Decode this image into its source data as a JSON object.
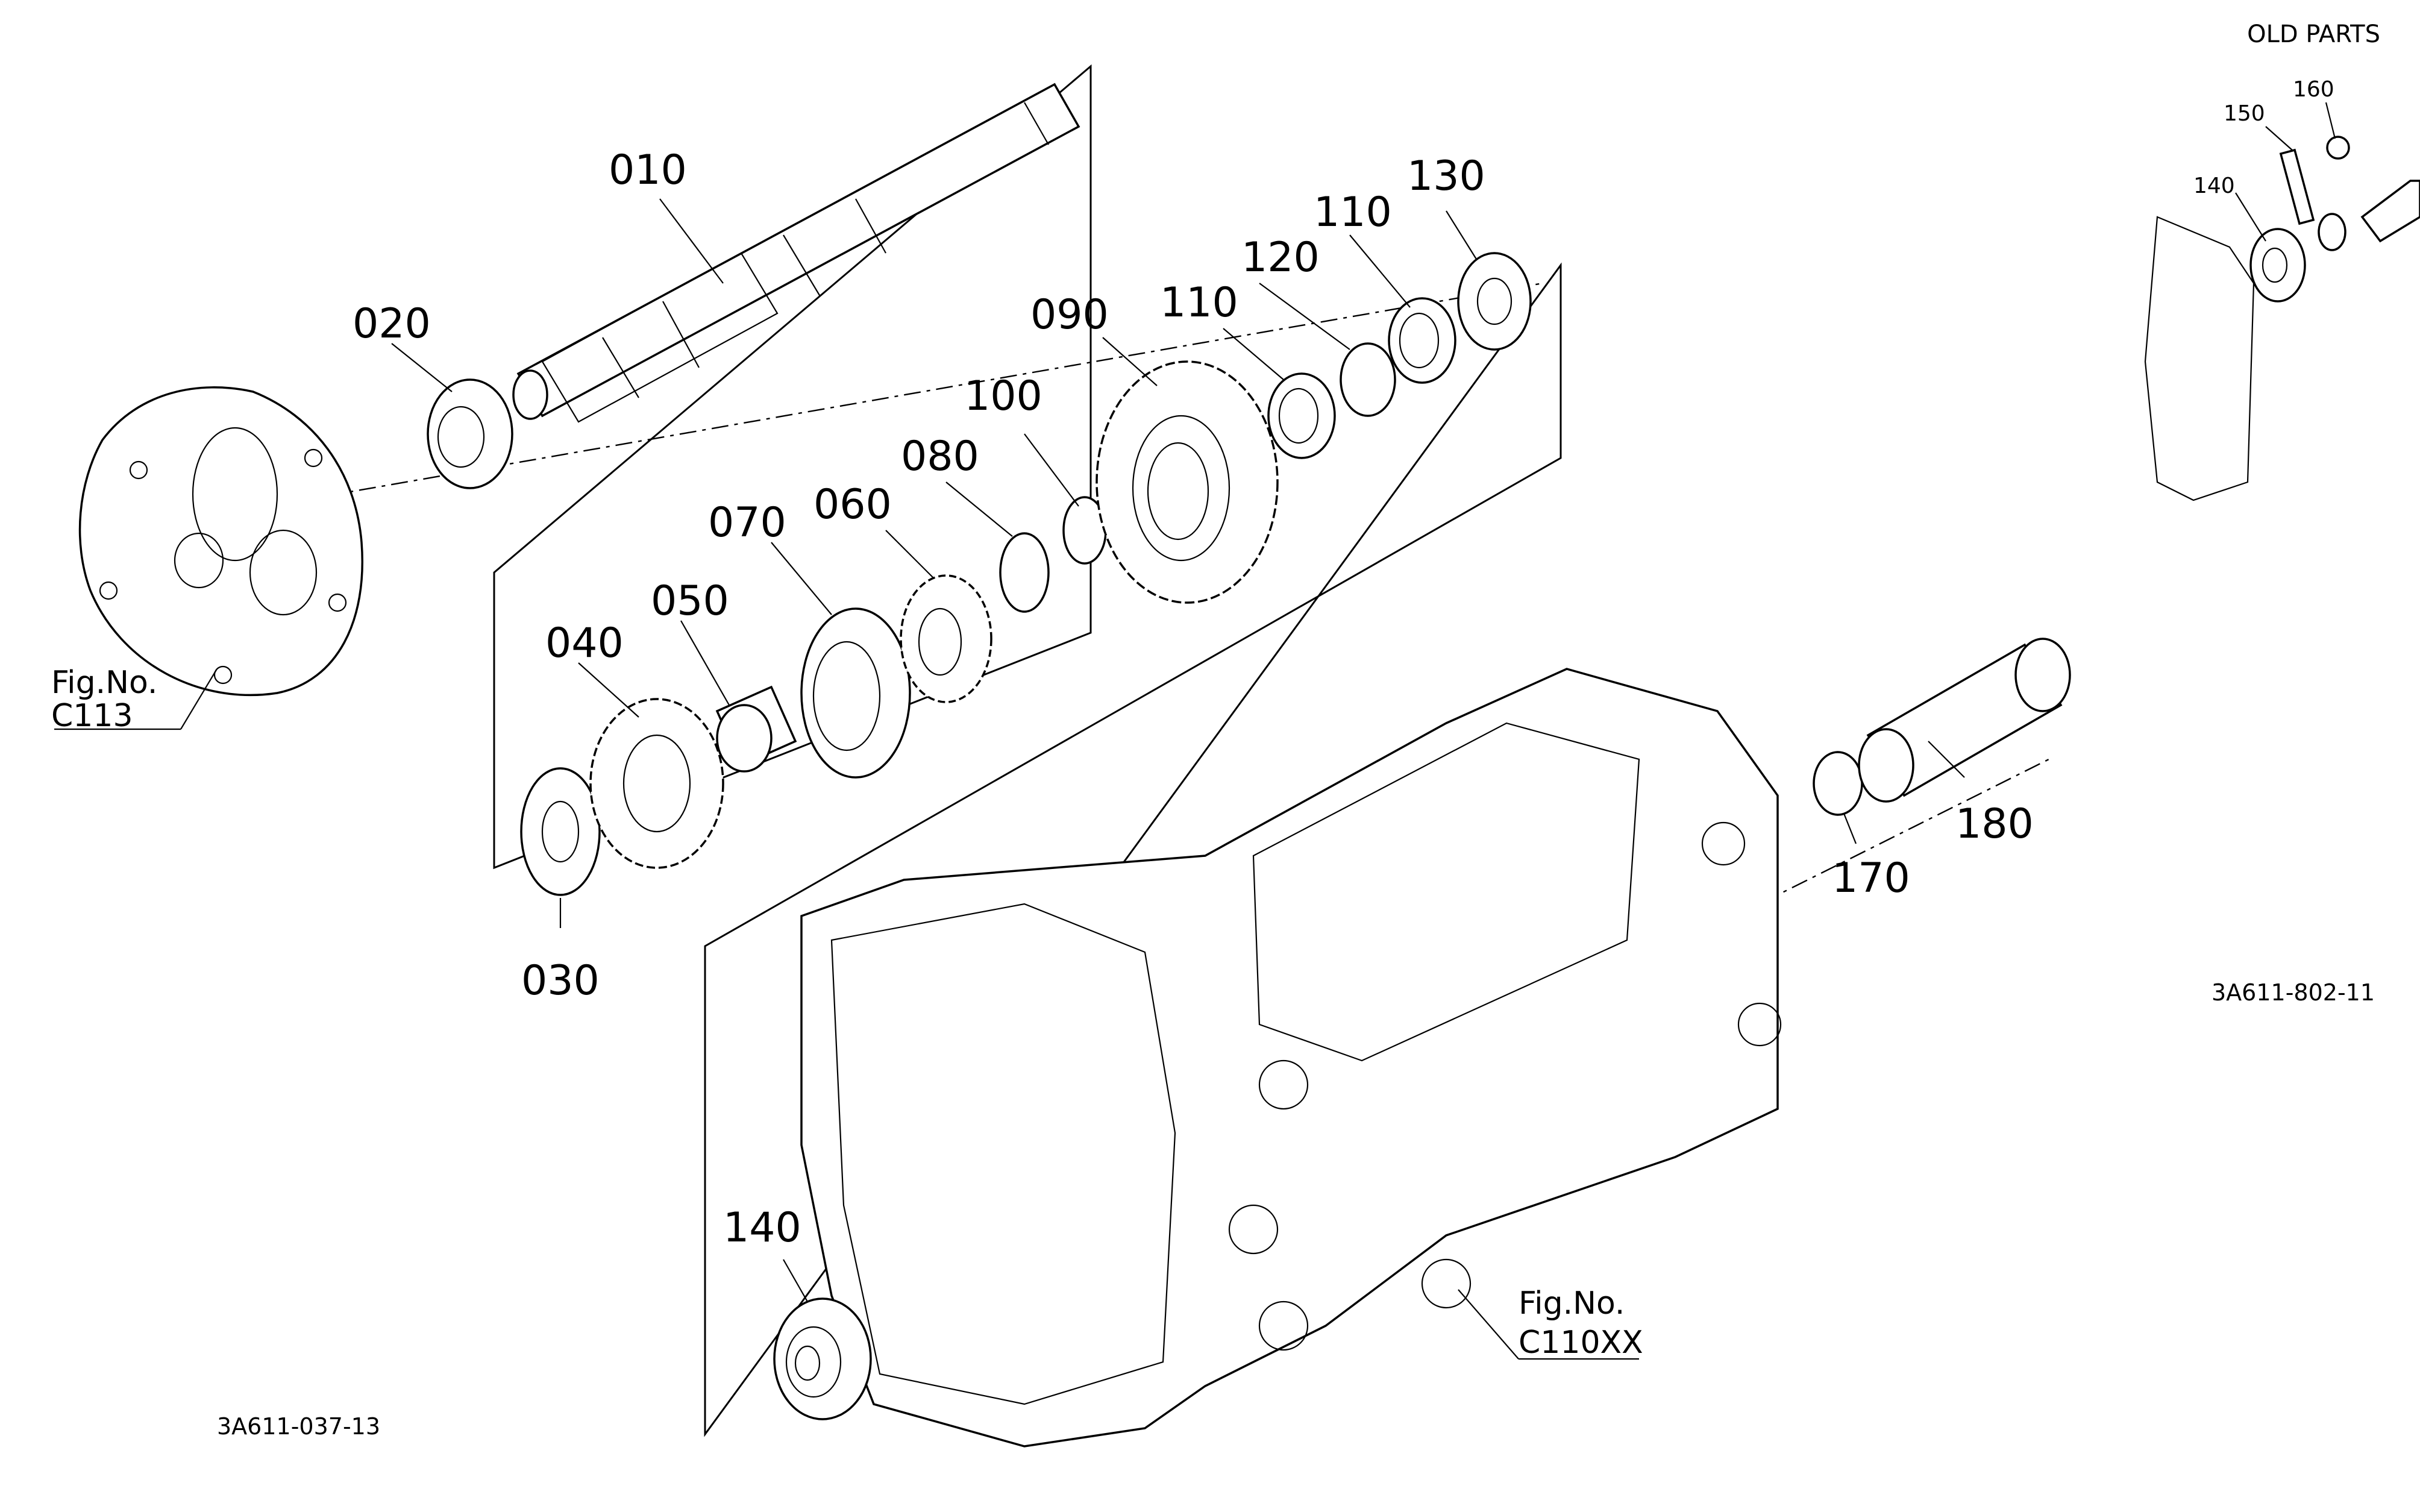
{
  "title_old_parts": "OLD PARTS",
  "drawing_codes": {
    "main": "3A611-037-13",
    "old_parts": "3A611-802-11"
  },
  "figure_refs": [
    {
      "prefix": "Fig.No.",
      "number": "C113"
    },
    {
      "prefix": "Fig.No.",
      "number": "C110XX"
    }
  ],
  "callouts": [
    "010",
    "020",
    "030",
    "040",
    "050",
    "060",
    "070",
    "080",
    "090",
    "100",
    "110",
    "110",
    "120",
    "130",
    "140",
    "170",
    "180"
  ],
  "old_parts_callouts": [
    "140",
    "150",
    "160"
  ]
}
